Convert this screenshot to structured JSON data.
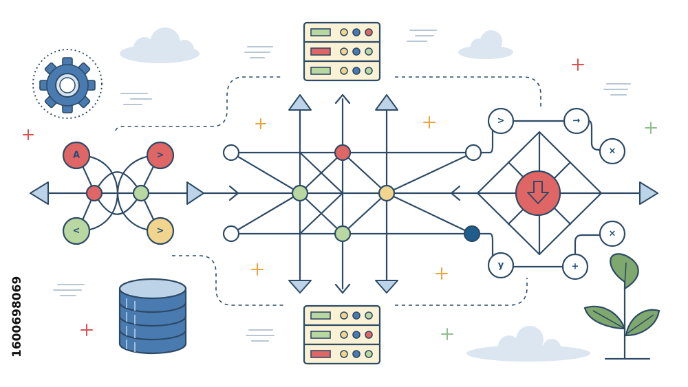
{
  "colors": {
    "line": "#2c4a66",
    "red": "#e06666",
    "green": "#b9d7a0",
    "yellow": "#f1d58f",
    "blue": "#4a7bb0",
    "light_blue": "#bcd3e8",
    "cream": "#fbf1d4",
    "cloud": "#dbe6f1",
    "plus_red": "#d9534f",
    "plus_orange": "#e8a33d",
    "plus_green": "#8fbf8a",
    "leaf": "#7fa86e"
  },
  "left_nodes": {
    "top_left": "A",
    "top_right": ">",
    "bottom_left": "<",
    "bottom_right": ">"
  },
  "right_nodes": {
    "top_left": ">",
    "top_mid": "→",
    "top_right": "×",
    "bottom_right": "×",
    "bottom_left": "y",
    "bottom_mid": "+"
  },
  "center_icon": "download-icon",
  "watermark_id": "1600698069"
}
